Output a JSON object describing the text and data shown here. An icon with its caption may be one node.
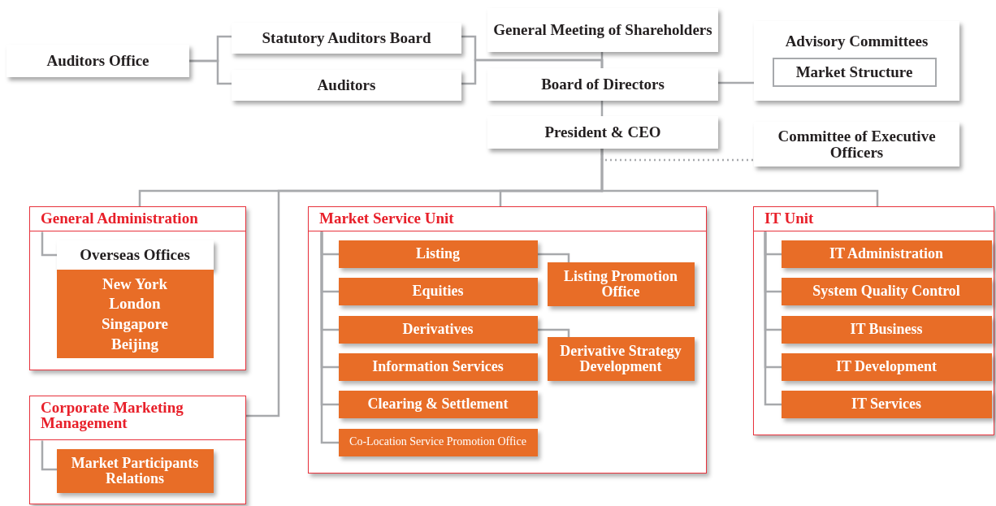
{
  "diagram": {
    "nodes": [
      {
        "text": [
          "Auditors Office"
        ]
      },
      {
        "text": [
          "Statutory Auditors Board"
        ]
      },
      {
        "text": [
          "Auditors"
        ]
      },
      {
        "text": [
          "General Meeting of Shareholders"
        ]
      },
      {
        "text": [
          "Board of Directors"
        ]
      },
      {
        "text": [
          "Advisory Committees"
        ]
      },
      {
        "text": [
          "Market Structure"
        ],
        "in": 5
      },
      {
        "text": [
          "President & CEO"
        ]
      },
      {
        "text": [
          "Committee of Executive Officers"
        ]
      },
      {
        "text": [
          "General Administration"
        ]
      },
      {
        "text": [
          "Overseas Offices",
          "New York London Singapore Beijing"
        ],
        "in": 9
      },
      {
        "text": [
          "Corporate Marketing Management"
        ]
      },
      {
        "text": [
          "Market Participants Relations"
        ],
        "in": 11
      },
      {
        "text": [
          "Market Service Unit"
        ]
      },
      {
        "text": [
          "Listing"
        ],
        "in": 13
      },
      {
        "text": [
          "Equities"
        ],
        "in": 13
      },
      {
        "text": [
          "Derivatives"
        ],
        "in": 13
      },
      {
        "text": [
          "Information Services"
        ],
        "in": 13
      },
      {
        "text": [
          "Clearing & Settlement"
        ],
        "in": 13
      },
      {
        "text": [
          "Co-Location Service Promotion Office"
        ],
        "in": 13
      },
      {
        "text": [
          "Listing Promotion Office"
        ],
        "in": 13
      },
      {
        "text": [
          "Derivative Strategy Development"
        ],
        "in": 13
      },
      {
        "text": [
          "IT Unit"
        ]
      },
      {
        "text": [
          "IT Administration"
        ],
        "in": 22
      },
      {
        "text": [
          "System Quality Control"
        ],
        "in": 22
      },
      {
        "text": [
          "IT Business"
        ],
        "in": 22
      },
      {
        "text": [
          "IT Development"
        ],
        "in": 22
      },
      {
        "text": [
          "IT Services"
        ],
        "in": 22
      }
    ],
    "edges": [
      {
        "from": 0,
        "to": 1,
        "arrow": "none"
      },
      {
        "from": 0,
        "to": 2,
        "arrow": "none"
      },
      {
        "from": 1,
        "to": 4,
        "arrow": "none"
      },
      {
        "from": 2,
        "to": 4,
        "arrow": "none"
      },
      {
        "from": 3,
        "to": 4,
        "arrow": "none"
      },
      {
        "from": 4,
        "to": 5,
        "arrow": "none"
      },
      {
        "from": 4,
        "to": 7,
        "arrow": "none"
      },
      {
        "from": 7,
        "to": 8,
        "arrow": "none",
        "style": "dashed"
      },
      {
        "from": 7,
        "to": 9,
        "arrow": "none"
      },
      {
        "from": 7,
        "to": 11,
        "arrow": "none"
      },
      {
        "from": 7,
        "to": 13,
        "arrow": "none"
      },
      {
        "from": 7,
        "to": 22,
        "arrow": "none"
      },
      {
        "from": 9,
        "to": 10,
        "arrow": "none"
      },
      {
        "from": 11,
        "to": 12,
        "arrow": "none"
      },
      {
        "from": 13,
        "to": 14,
        "arrow": "none"
      },
      {
        "from": 13,
        "to": 15,
        "arrow": "none"
      },
      {
        "from": 13,
        "to": 16,
        "arrow": "none"
      },
      {
        "from": 13,
        "to": 17,
        "arrow": "none"
      },
      {
        "from": 13,
        "to": 18,
        "arrow": "none"
      },
      {
        "from": 13,
        "to": 19,
        "arrow": "none"
      },
      {
        "from": 14,
        "to": 20,
        "arrow": "none"
      },
      {
        "from": 16,
        "to": 21,
        "arrow": "none"
      },
      {
        "from": 22,
        "to": 23,
        "arrow": "none"
      },
      {
        "from": 22,
        "to": 24,
        "arrow": "none"
      },
      {
        "from": 22,
        "to": 25,
        "arrow": "none"
      },
      {
        "from": 22,
        "to": 26,
        "arrow": "none"
      },
      {
        "from": 22,
        "to": 27,
        "arrow": "none"
      }
    ]
  }
}
